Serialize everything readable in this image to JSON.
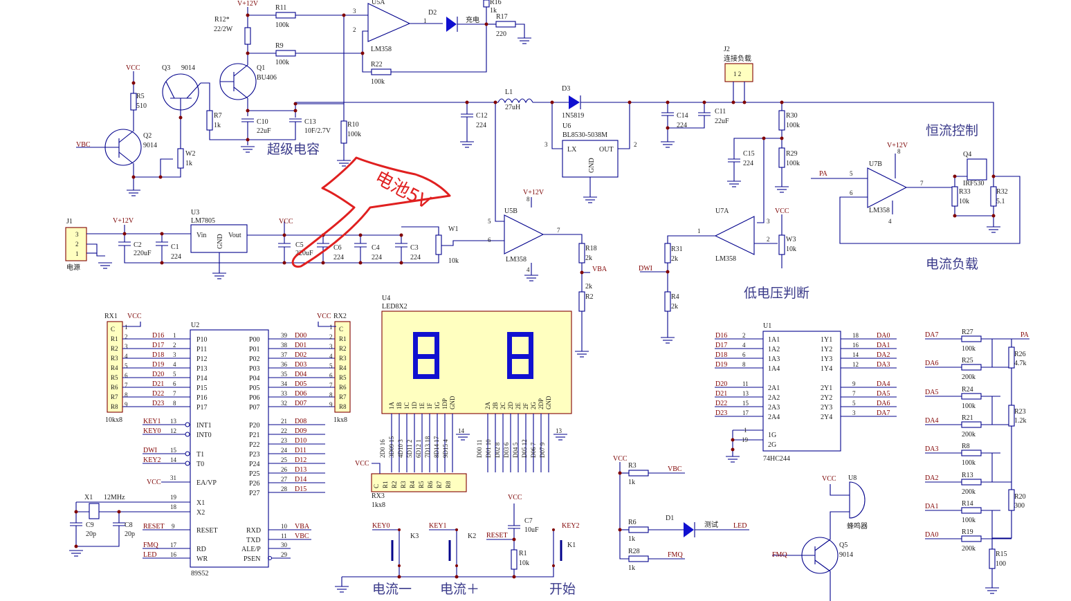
{
  "captions": {
    "supercap": "超级电容",
    "cc_control": "恒流控制",
    "cc_load": "电流负载",
    "low_voltage": "低电压判断",
    "btn_minus": "电流一",
    "btn_plus": "电流＋",
    "btn_start": "开始"
  },
  "annotation": {
    "text": "电池5V"
  },
  "colors": {
    "wire": "#00008b",
    "body": "#ffffc0",
    "outline": "#800000",
    "pen": "#e02020",
    "led": "#1010d0"
  },
  "top": {
    "vpp12": "V+12V",
    "r11": "R11",
    "r11v": "100k",
    "r12": "R12*",
    "r12v": "22/2W",
    "r9": "R9",
    "r9v": "100k",
    "r22": "R22",
    "r22v": "100k",
    "u5a": "U5A",
    "lm358": "LM358",
    "p3": "3",
    "p2": "2",
    "p1": "1",
    "d2": "D2",
    "charge": "充电",
    "r16": "R16",
    "r16v": "1k",
    "r17": "R17",
    "r17v": "220",
    "vcc": "VCC",
    "q3": "Q3",
    "q3v": "9014",
    "q1": "Q1",
    "q1v": "BU406",
    "r5": "R5",
    "r5v": "510",
    "r7": "R7",
    "r7v": "1k",
    "c10": "C10",
    "c10v": "22uF",
    "c13": "C13",
    "c13v": "10F/2.7V",
    "r10": "R10",
    "r10v": "100k",
    "q2": "Q2",
    "q2v": "9014",
    "vbc": "VBC",
    "w2": "W2",
    "w2v": "1k"
  },
  "boost": {
    "l1": "L1",
    "l1v": "27uH",
    "d3": "D3",
    "d3v": "1N5819",
    "c12": "C12",
    "c12v": "224",
    "u6": "U6",
    "u6v": "BL8530-5038M",
    "lx": "LX",
    "out": "OUT",
    "gnd": "GND",
    "p3": "3",
    "p2": "2",
    "c14": "C14",
    "c14v": "224",
    "c11": "C11",
    "c11v": "22uF",
    "j2": "J2",
    "j2v": "连接负载",
    "j2p": "1  2",
    "r30": "R30",
    "r30v": "100k",
    "r29": "R29",
    "r29v": "100k",
    "c15": "C15",
    "c15v": "224"
  },
  "cc": {
    "vpp12": "V+12V",
    "u7b": "U7B",
    "pa": "PA",
    "p5": "5",
    "p6": "6",
    "p7": "7",
    "p8": "8",
    "p4": "4",
    "lm358": "LM358",
    "q4": "Q4",
    "q4v": "IRF530",
    "r33": "R33",
    "r33v": "10k",
    "r32": "R32",
    "r32v": "5.1"
  },
  "power": {
    "j1": "J1",
    "j1v": "电源",
    "p3": "3",
    "p2": "2",
    "p1": "1",
    "vpp12": "V+12V",
    "c2": "C2",
    "c2v": "220uF",
    "c1": "C1",
    "c1v": "224",
    "u3": "U3",
    "u3v": "LM7805",
    "vin": "Vin",
    "vout": "Vout",
    "gnd": "GND",
    "vcc": "VCC",
    "c5": "C5",
    "c5v": "220uF",
    "c6": "C6",
    "c6v": "224",
    "c4": "C4",
    "c4v": "224",
    "c3": "C3",
    "c3v": "224",
    "w1": "W1",
    "w1v": "10k"
  },
  "u5b": {
    "name": "U5B",
    "vpp12": "V+12V",
    "lm358": "LM358",
    "p5": "5",
    "p6": "6",
    "p7": "7",
    "p4": "4",
    "p8": "8",
    "r18": "R18",
    "r18v": "2k",
    "vba": "VBA",
    "r2": "R2",
    "r2v": "2k"
  },
  "u7a": {
    "name": "U7A",
    "lm358": "LM358",
    "p1": "1",
    "p2": "2",
    "p3": "3",
    "vcc": "VCC",
    "w3": "W3",
    "w3v": "10k",
    "dwi": "DWI",
    "r31": "R31",
    "r31v": "2k",
    "r4": "R4",
    "r4v": "2k"
  },
  "mcu": {
    "rx1": "RX1",
    "rx1v": "10kx8",
    "rx2": "RX2",
    "rx2v": "1kx8",
    "u2": "U2",
    "u2v": "89S52",
    "vcc": "VCC",
    "rpins": [
      "C",
      "R1",
      "R2",
      "R3",
      "R4",
      "R5",
      "R6",
      "R7",
      "R8"
    ],
    "left_ports": [
      "P10",
      "P11",
      "P12",
      "P13",
      "P14",
      "P15",
      "P16",
      "P17"
    ],
    "left_nums": [
      "1",
      "2",
      "3",
      "4",
      "5",
      "6",
      "7",
      "8"
    ],
    "left_nets": [
      "D16",
      "D17",
      "D18",
      "D19",
      "D20",
      "D21",
      "D22",
      "D23"
    ],
    "rx1_nums": [
      "1",
      "2",
      "3",
      "4",
      "5",
      "6",
      "7",
      "8",
      "9"
    ],
    "p0_ports": [
      "P00",
      "P01",
      "P02",
      "P03",
      "P04",
      "P05",
      "P06",
      "P07"
    ],
    "p0_nums": [
      "39",
      "38",
      "37",
      "36",
      "35",
      "34",
      "33",
      "32"
    ],
    "p0_nets": [
      "D00",
      "D01",
      "D02",
      "D03",
      "D04",
      "D05",
      "D06",
      "D07"
    ],
    "rx2_nums": [
      "1",
      "2",
      "3",
      "4",
      "5",
      "6",
      "7",
      "8",
      "9"
    ],
    "int_rows": [
      {
        "net": "KEY1",
        "num": "13",
        "name": "INT1"
      },
      {
        "net": "KEY0",
        "num": "12",
        "name": "INT0"
      },
      {
        "net": "DWI",
        "num": "15",
        "name": "T1"
      },
      {
        "net": "KEY2",
        "num": "14",
        "name": "T0"
      }
    ],
    "p2_ports": [
      "P20",
      "P21",
      "P22",
      "P23",
      "P24",
      "P25",
      "P26",
      "P27"
    ],
    "p2_nums": [
      "21",
      "22",
      "23",
      "24",
      "25",
      "26",
      "27",
      "28"
    ],
    "p2_nets": [
      "D08",
      "D09",
      "D10",
      "D11",
      "D12",
      "D13",
      "D14",
      "D15"
    ],
    "ea": "EA/VP",
    "ea_num": "31",
    "x1": "X1",
    "x1v": "12MHz",
    "x1p": "X1",
    "x2p": "X2",
    "n19": "19",
    "n18": "18",
    "c9": "C9",
    "c9v": "20p",
    "c8": "C8",
    "c8v": "20p",
    "reset": "RESET",
    "reset_num": "9",
    "reset_net": "RESET",
    "rd": "RD",
    "rd_num": "17",
    "rd_net": "FMQ",
    "wr": "WR",
    "wr_num": "16",
    "wr_net": "LED",
    "rxd": "RXD",
    "rxd_num": "10",
    "rxd_net": "VBA",
    "txd": "TXD",
    "txd_num": "11",
    "txd_net": "VBC",
    "ale": "ALE/P",
    "ale_num": "30",
    "psen": "PSEN",
    "psen_num": "29"
  },
  "display": {
    "u4": "U4",
    "u4v": "LED8X2",
    "pins_a": [
      "1A",
      "1B",
      "1C",
      "1D",
      "1E",
      "1F",
      "1G",
      "1DP",
      "GND"
    ],
    "pins_b": [
      "2A",
      "2B",
      "2C",
      "2D",
      "2E",
      "2F",
      "2G",
      "2DP",
      "GND"
    ],
    "left_bottom": [
      "2D0",
      "3D09",
      "4D10",
      "5D11",
      "6D12",
      "7D13",
      "8D14",
      "9D15"
    ],
    "left_bottom_nums": [
      "16",
      "15",
      "3",
      "2",
      "1",
      "18",
      "17",
      "4"
    ],
    "right_bottom": [
      "D00",
      "D01",
      "D02",
      "D03",
      "D04",
      "D05",
      "D06",
      "D07"
    ],
    "right_bottom_nums": [
      "11",
      "10",
      "8",
      "6",
      "5",
      "12",
      "7",
      "9"
    ],
    "n14": "14",
    "n13": "13",
    "rx3": "RX3",
    "rx3v": "1kx8",
    "vcc": "VCC",
    "rx3_pins": [
      "C",
      "R1",
      "R2",
      "R3",
      "R4",
      "R5",
      "R6",
      "R7",
      "R8"
    ]
  },
  "buttons": {
    "key0": "KEY0",
    "k3": "K3",
    "key1": "KEY1",
    "k2": "K2",
    "vcc": "VCC",
    "c7": "C7",
    "c7v": "10uF",
    "reset": "RESET",
    "r1": "R1",
    "r1v": "10k",
    "key2": "KEY2",
    "k1": "K1"
  },
  "indicator": {
    "vcc": "VCC",
    "r3": "R3",
    "r3v": "1k",
    "vbc": "VBC",
    "r6": "R6",
    "r6v": "1k",
    "d1": "D1",
    "test": "测试",
    "led": "LED",
    "r28": "R28",
    "r28v": "1k",
    "fmq": "FMQ",
    "vcc2": "VCC",
    "u8": "U8",
    "buzzer": "蜂鸣器",
    "q5": "Q5",
    "q5v": "9014",
    "fmq2": "FMQ"
  },
  "buffer": {
    "u1": "U1",
    "u1v": "74HC244",
    "left_nets": [
      "D16",
      "D17",
      "D18",
      "D19",
      "D20",
      "D21",
      "D22",
      "D23"
    ],
    "left_nums": [
      "2",
      "4",
      "6",
      "8",
      "11",
      "13",
      "15",
      "17"
    ],
    "left_pins": [
      "1A1",
      "1A2",
      "1A3",
      "1A4",
      "2A1",
      "2A2",
      "2A3",
      "2A4"
    ],
    "right_pins": [
      "1Y1",
      "1Y2",
      "1Y3",
      "1Y4",
      "2Y1",
      "2Y2",
      "2Y3",
      "2Y4"
    ],
    "right_nums": [
      "18",
      "16",
      "14",
      "12",
      "9",
      "7",
      "5",
      "3"
    ],
    "right_nets": [
      "DA0",
      "DA1",
      "DA2",
      "DA3",
      "DA4",
      "DA5",
      "DA6",
      "DA7"
    ],
    "g1": "1G",
    "g2": "2G",
    "n1": "1",
    "n19": "19"
  },
  "dac": {
    "pa": "PA",
    "rows": [
      {
        "net": "DA7",
        "name": "R27",
        "val": "100k"
      },
      {
        "net": "DA6",
        "name": "R25",
        "val": "200k"
      },
      {
        "net": "DA5",
        "name": "R24",
        "val": "100k"
      },
      {
        "net": "DA4",
        "name": "R21",
        "val": "200k"
      },
      {
        "net": "DA3",
        "name": "R8",
        "val": "100k"
      },
      {
        "net": "DA2",
        "name": "R13",
        "val": "200k"
      },
      {
        "net": "DA1",
        "name": "R14",
        "val": "100k"
      },
      {
        "net": "DA0",
        "name": "R19",
        "val": "200k"
      }
    ],
    "r26": "R26",
    "r26v": "4.7k",
    "r23": "R23",
    "r23v": "1.2k",
    "r20": "R20",
    "r20v": "300",
    "r15": "R15",
    "r15v": "100"
  }
}
